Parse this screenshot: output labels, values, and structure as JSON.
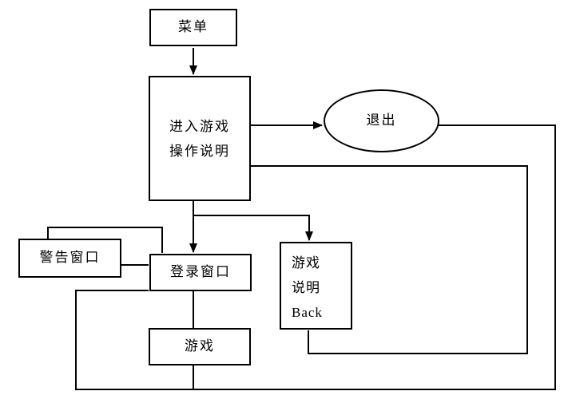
{
  "page": {
    "background_color": "#ffffff",
    "stroke_color": "#000000"
  },
  "nodes": {
    "menu": {
      "label": "菜单"
    },
    "main": {
      "line1": "进入游戏",
      "line2": "操作说明"
    },
    "exit": {
      "label": "退出"
    },
    "warning": {
      "label": "警告窗口"
    },
    "login": {
      "label": "登录窗口"
    },
    "instructions": {
      "line1": "游戏",
      "line2": "说明",
      "line3": "Back"
    },
    "game": {
      "label": "游戏"
    }
  },
  "edges": [
    {
      "from": "menu",
      "to": "main",
      "arrow": true
    },
    {
      "from": "main",
      "to": "exit",
      "arrow": true
    },
    {
      "from": "main",
      "to": "login",
      "arrow": true
    },
    {
      "from": "main",
      "to": "instructions",
      "arrow": true
    },
    {
      "from": "warning",
      "to": "login",
      "arrow": false
    },
    {
      "from": "login",
      "to": "game",
      "arrow": false
    },
    {
      "from": "instructions",
      "to": "main",
      "arrow": false,
      "route": "loop via right side and bottom"
    },
    {
      "from": "exit",
      "to": "login",
      "arrow": false,
      "route": "loop via far right side and bottom edge, joined by game box bottom"
    }
  ]
}
